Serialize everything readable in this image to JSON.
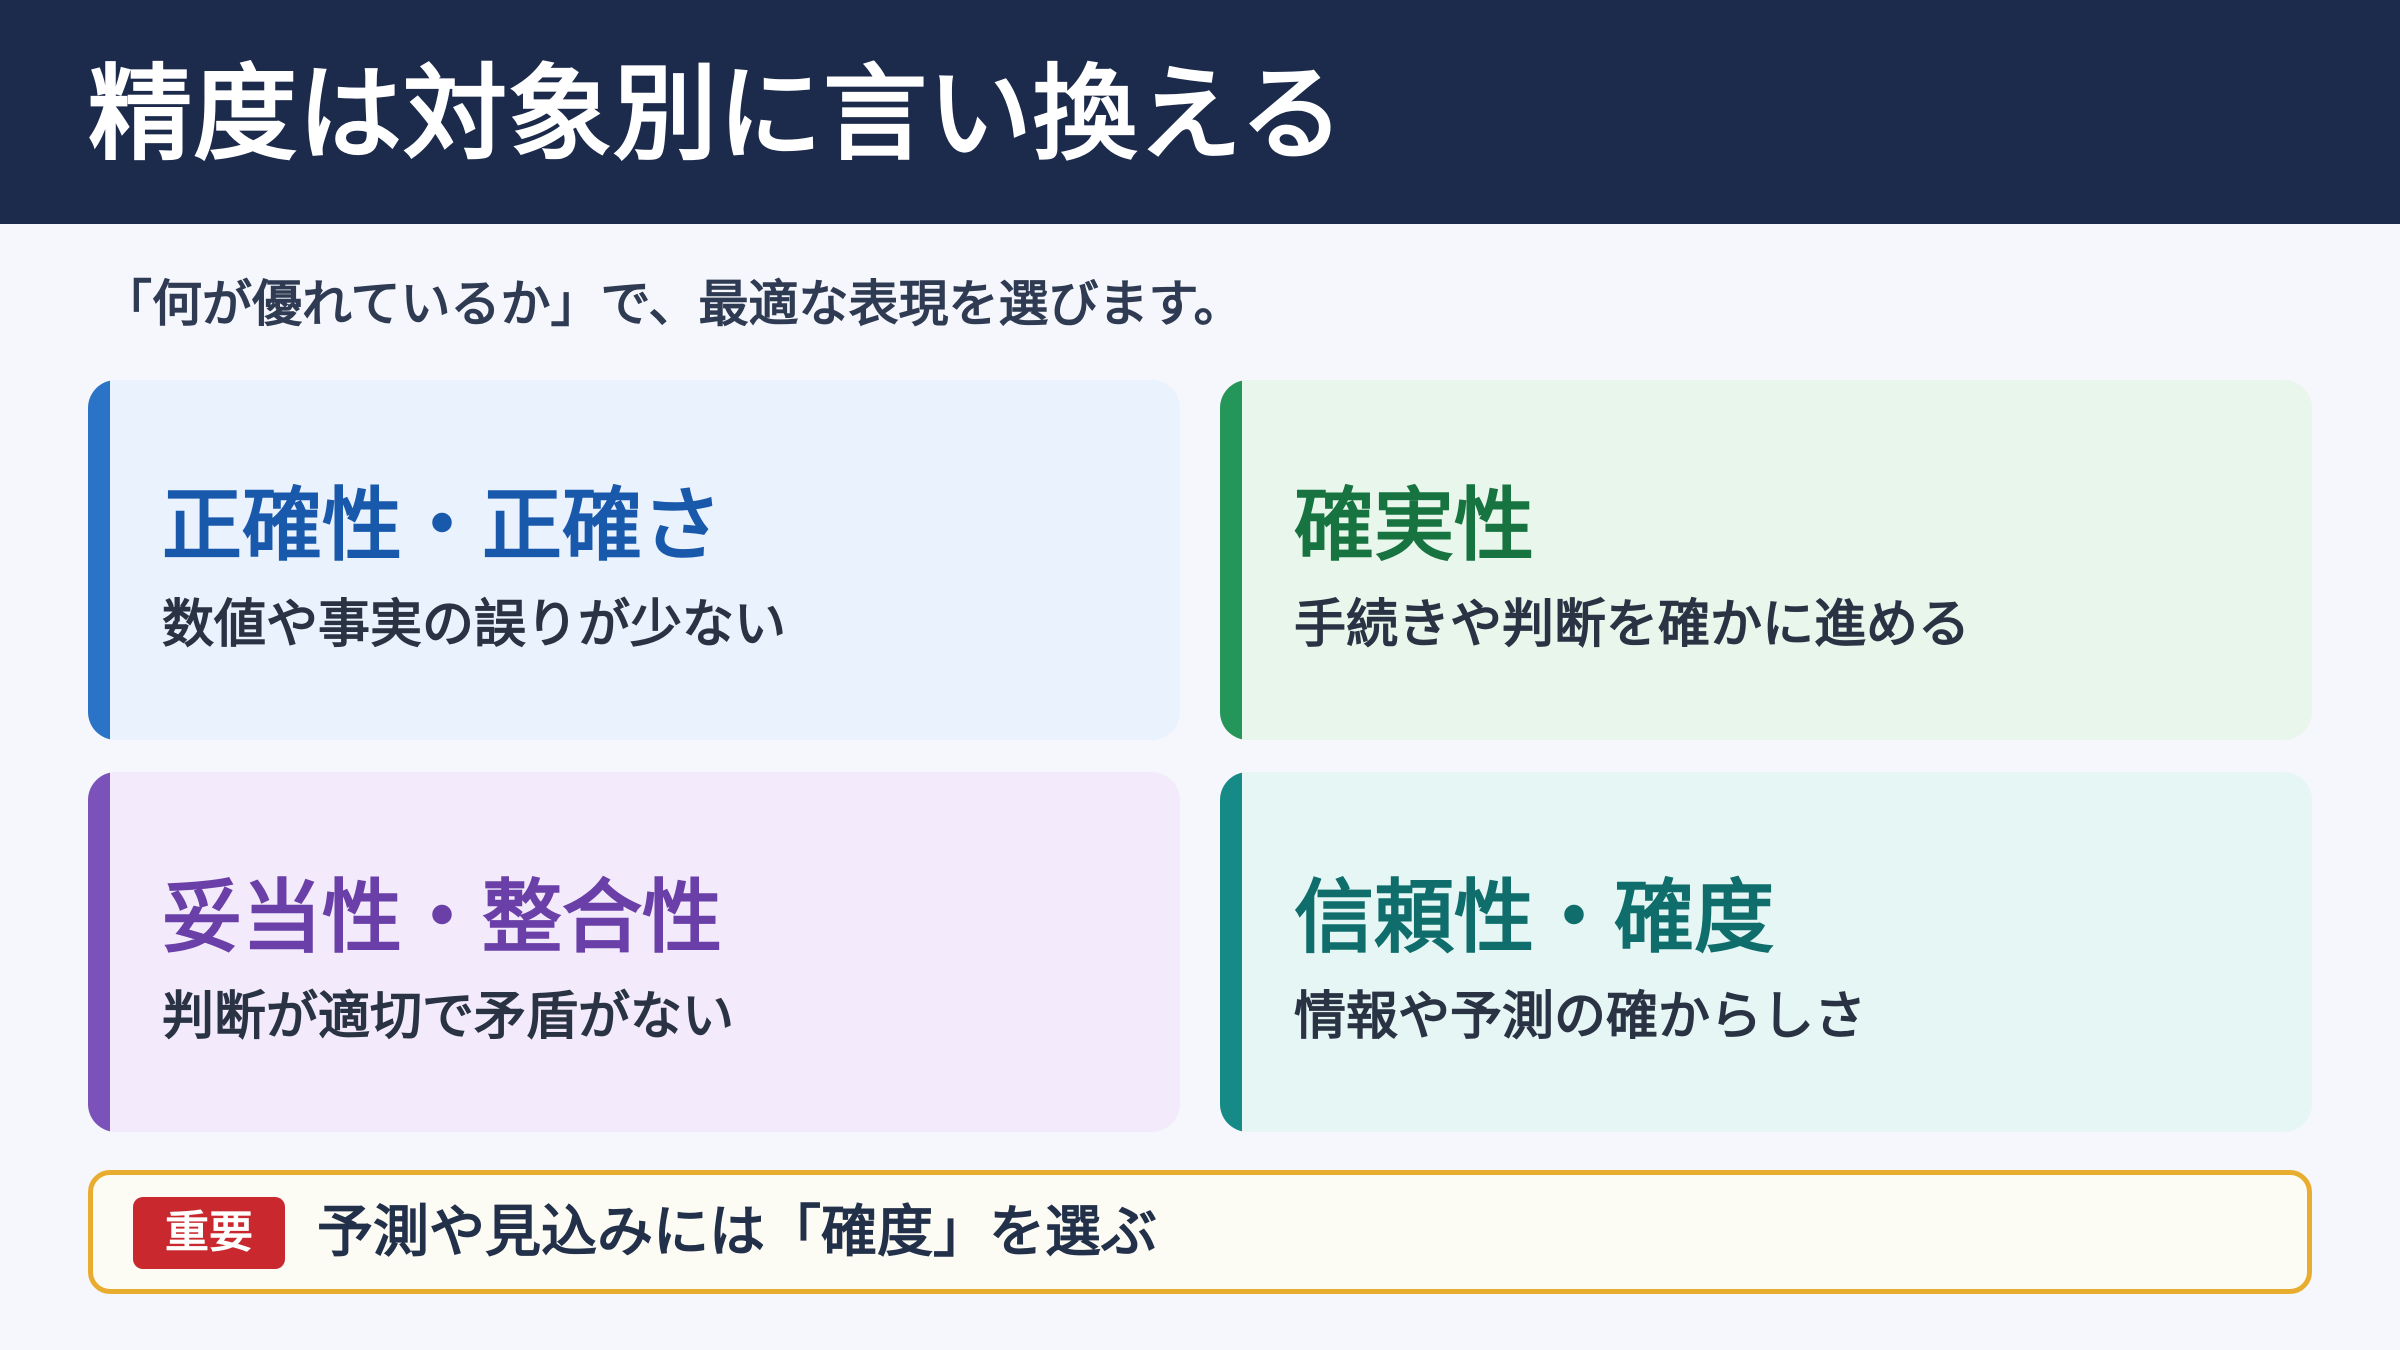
{
  "header": {
    "title": "精度は対象別に言い換える"
  },
  "subtitle": "「何が優れているか」で、最適な表現を選びます。",
  "cards": [
    {
      "title": "正確性・正確さ",
      "description": "数値や事実の誤りが少ない"
    },
    {
      "title": "確実性",
      "description": "手続きや判断を確かに進める"
    },
    {
      "title": "妥当性・整合性",
      "description": "判断が適切で矛盾がない"
    },
    {
      "title": "信頼性・確度",
      "description": "情報や予測の確からしさ"
    }
  ],
  "notice": {
    "badge": "重要",
    "text": "予測や見込みには「確度」を選ぶ"
  },
  "colors": {
    "header_bg": "#1c2a4b",
    "accuracy_accent": "#2b73c6",
    "certainty_accent": "#24965a",
    "validity_accent": "#7b52b9",
    "reliability_accent": "#168a86",
    "notice_border": "#e8ad2f",
    "badge_bg": "#c8282e"
  }
}
